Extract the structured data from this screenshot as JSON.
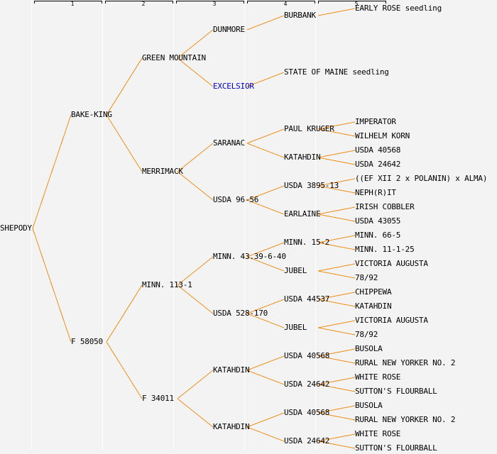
{
  "generations": [
    "1",
    "2",
    "3",
    "4",
    "5"
  ],
  "colors": {
    "link": "#f08c12",
    "text": "#000000",
    "highlight": "#0000cc",
    "background": "#f3f3f3"
  },
  "tree": {
    "name": "SHEPODY",
    "children": [
      {
        "name": "BAKE-KING",
        "children": [
          {
            "name": "GREEN MOUNTAIN",
            "children": [
              {
                "name": "DUNMORE",
                "children": [
                  {
                    "name": "BURBANK",
                    "children": [
                      {
                        "name": "EARLY ROSE seedling"
                      }
                    ]
                  }
                ]
              },
              {
                "name": "EXCELSIOR",
                "highlight": true,
                "children": [
                  {
                    "name": "STATE OF MAINE seedling"
                  }
                ]
              }
            ]
          },
          {
            "name": "MERRIMACK",
            "children": [
              {
                "name": "SARANAC",
                "children": [
                  {
                    "name": "PAUL KRUGER",
                    "children": [
                      {
                        "name": "IMPERATOR"
                      },
                      {
                        "name": "WILHELM KORN"
                      }
                    ]
                  },
                  {
                    "name": "KATAHDIN",
                    "children": [
                      {
                        "name": "USDA 40568"
                      },
                      {
                        "name": "USDA 24642"
                      }
                    ]
                  }
                ]
              },
              {
                "name": "USDA 96-56",
                "children": [
                  {
                    "name": "USDA 3895-13",
                    "children": [
                      {
                        "name": "((EF XII 2 x POLANIN) x ALMA)"
                      },
                      {
                        "name": "NEPH(R)IT"
                      }
                    ]
                  },
                  {
                    "name": "EARLAINE",
                    "children": [
                      {
                        "name": "IRISH COBBLER"
                      },
                      {
                        "name": "USDA 43055"
                      }
                    ]
                  }
                ]
              }
            ]
          }
        ]
      },
      {
        "name": "F 58050",
        "children": [
          {
            "name": "MINN. 113-1",
            "children": [
              {
                "name": "MINN. 43.39-6-40",
                "children": [
                  {
                    "name": "MINN. 15-2",
                    "children": [
                      {
                        "name": "MINN. 66-5"
                      },
                      {
                        "name": "MINN. 11-1-25"
                      }
                    ]
                  },
                  {
                    "name": "JUBEL",
                    "children": [
                      {
                        "name": "VICTORIA AUGUSTA"
                      },
                      {
                        "name": "78/92"
                      }
                    ]
                  }
                ]
              },
              {
                "name": "USDA 528-170",
                "children": [
                  {
                    "name": "USDA 44537",
                    "children": [
                      {
                        "name": "CHIPPEWA"
                      },
                      {
                        "name": "KATAHDIN"
                      }
                    ]
                  },
                  {
                    "name": "JUBEL",
                    "children": [
                      {
                        "name": "VICTORIA AUGUSTA"
                      },
                      {
                        "name": "78/92"
                      }
                    ]
                  }
                ]
              }
            ]
          },
          {
            "name": "F 34011",
            "children": [
              {
                "name": "KATAHDIN",
                "children": [
                  {
                    "name": "USDA 40568",
                    "children": [
                      {
                        "name": "BUSOLA"
                      },
                      {
                        "name": "RURAL NEW YORKER NO. 2"
                      }
                    ]
                  },
                  {
                    "name": "USDA 24642",
                    "children": [
                      {
                        "name": "WHITE ROSE"
                      },
                      {
                        "name": "SUTTON'S FLOURBALL"
                      }
                    ]
                  }
                ]
              },
              {
                "name": "KATAHDIN",
                "children": [
                  {
                    "name": "USDA 40568",
                    "children": [
                      {
                        "name": "BUSOLA"
                      },
                      {
                        "name": "RURAL NEW YORKER NO. 2"
                      }
                    ]
                  },
                  {
                    "name": "USDA 24642",
                    "children": [
                      {
                        "name": "WHITE ROSE"
                      },
                      {
                        "name": "SUTTON'S FLOURBALL"
                      }
                    ]
                  }
                ]
              }
            ]
          }
        ]
      }
    ]
  }
}
